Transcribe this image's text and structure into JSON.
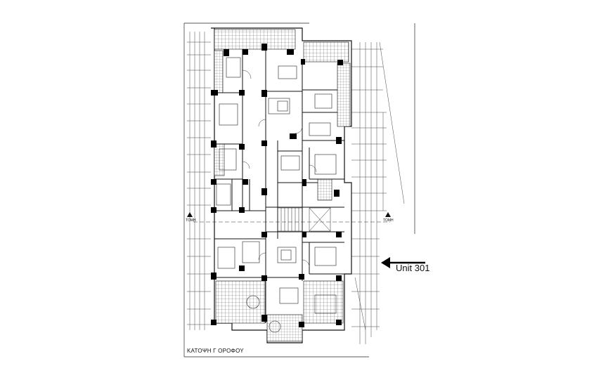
{
  "drawing": {
    "title": "ΚΑΤΟΨΗ Γ ΟΡΟΦΟΥ",
    "section_left": "TOMH",
    "section_right": "TOMH"
  },
  "annotation": {
    "label": "Unit 301",
    "arrow": "left-arrow"
  },
  "colors": {
    "line": "#222222",
    "wall": "#000000",
    "hatch": "#555555",
    "background": "#ffffff"
  }
}
